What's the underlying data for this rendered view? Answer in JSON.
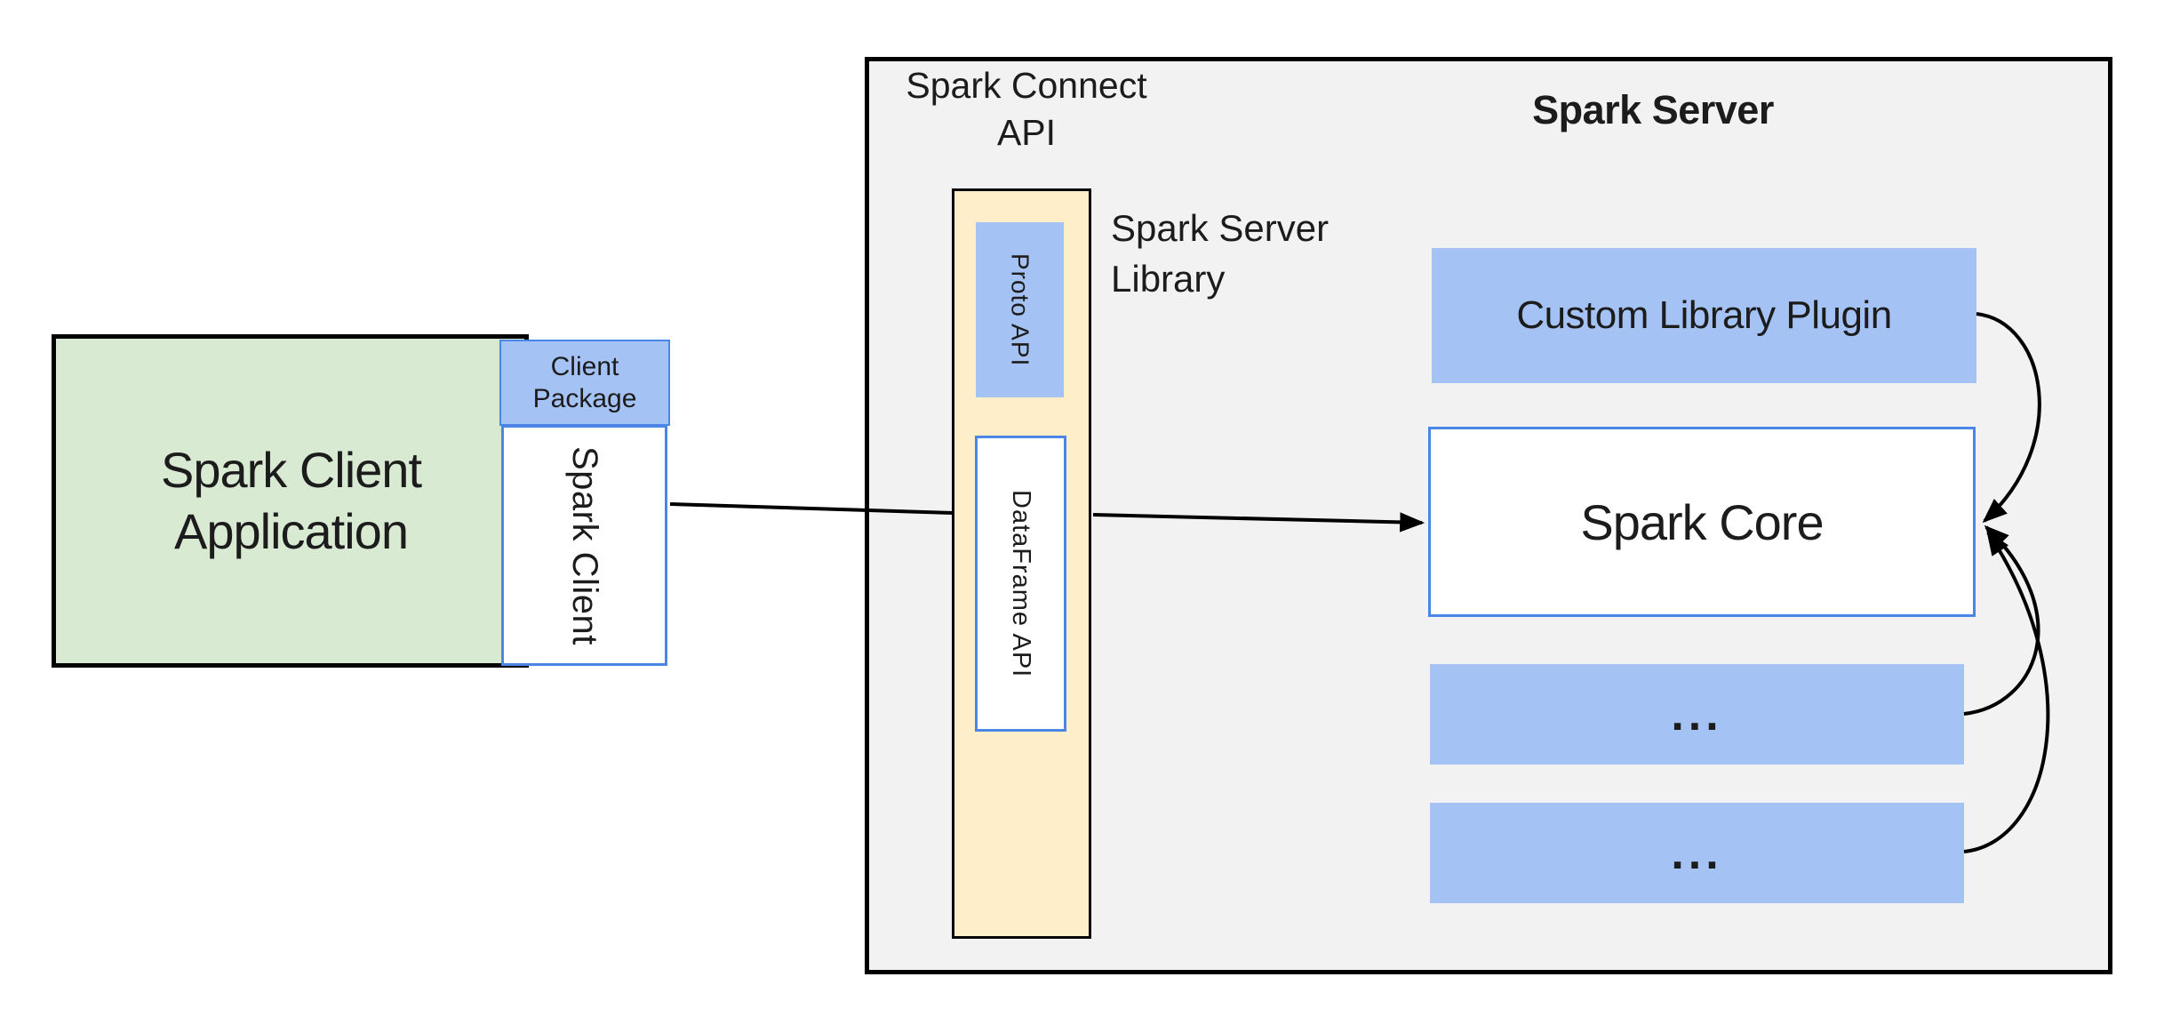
{
  "client": {
    "app_label_line1": "Spark Client",
    "app_label_line2": "Application",
    "package_label_line1": "Client",
    "package_label_line2": "Package",
    "client_vertical_label": "Spark Client"
  },
  "connect_api": {
    "label_line1": "Spark Connect",
    "label_line2": "API"
  },
  "server": {
    "title": "Spark Server",
    "library_label_line1": "Spark Server",
    "library_label_line2": "Library",
    "proto_api_label": "Proto API",
    "dataframe_api_label": "DataFrame API",
    "plugin_label": "Custom Library Plugin",
    "core_label": "Spark Core",
    "ellipsis_1": "...",
    "ellipsis_2": "..."
  },
  "colors": {
    "canvas_bg": "#ffffff",
    "server_fill": "#f2f2f2",
    "client_app_fill": "#d9ead3",
    "library_column_fill": "#ffeeca",
    "blue_box_fill": "#a4c2f4",
    "blue_border": "#4a86e8",
    "black_border": "#000000",
    "text": "#1c1c1c"
  }
}
